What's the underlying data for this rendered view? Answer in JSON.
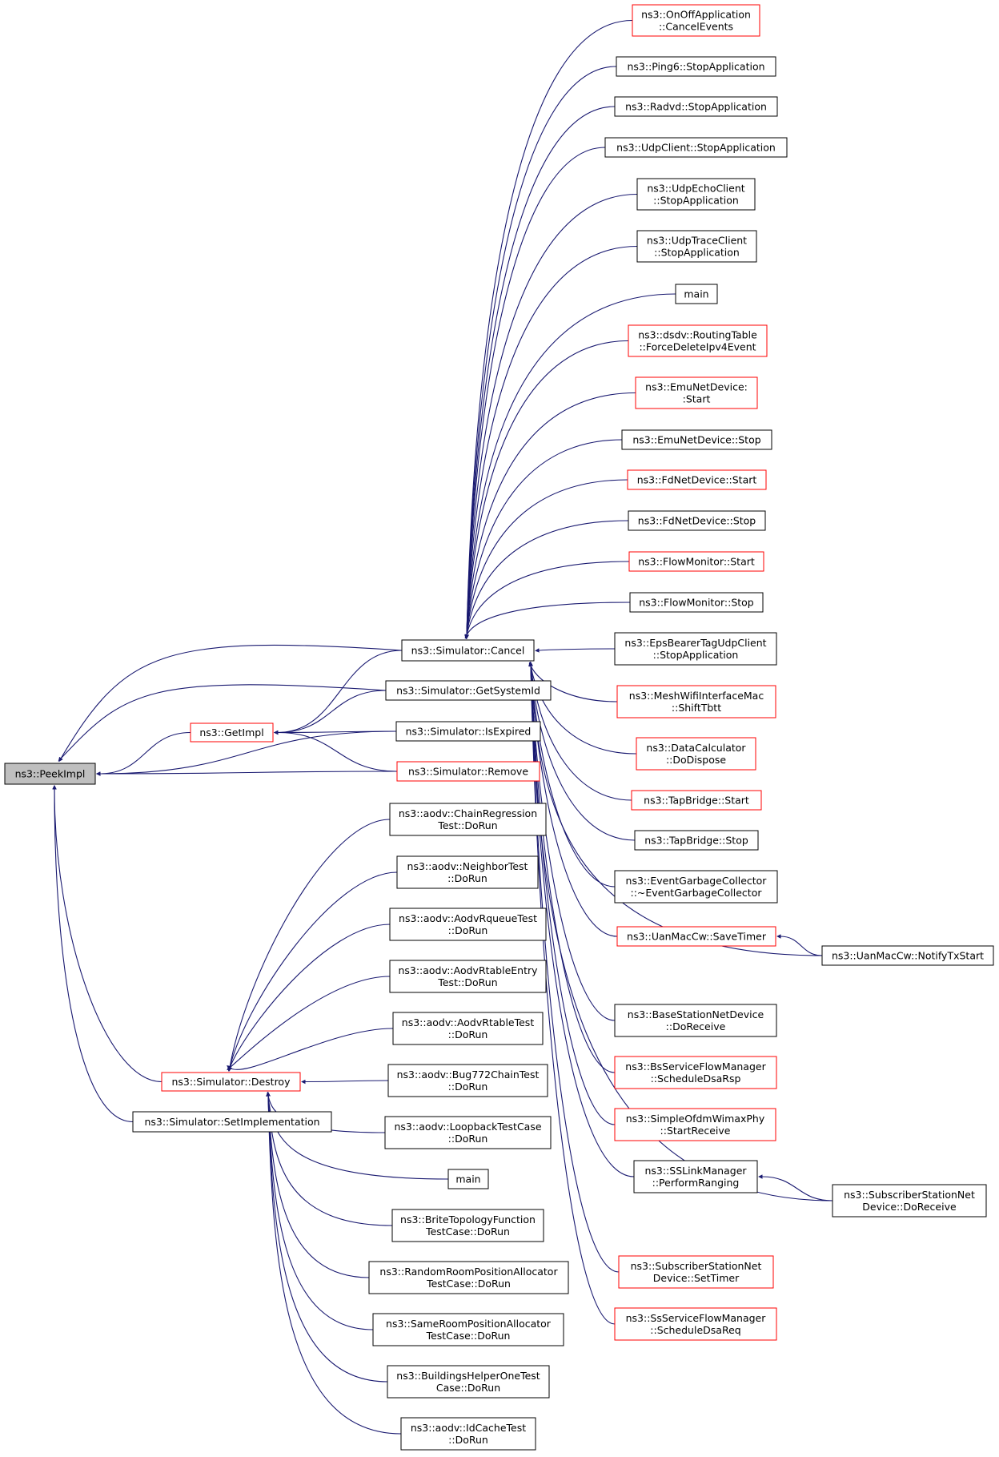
{
  "colors": {
    "edge": "#191970",
    "box_black": "#000000",
    "box_red": "#ff0000",
    "root_fill": "#bfbfbf",
    "text": "#000000"
  },
  "nodes": {
    "peekimpl": {
      "lines": [
        "ns3::PeekImpl"
      ],
      "style": "root"
    },
    "getimpl": {
      "lines": [
        "ns3::GetImpl"
      ],
      "style": "red"
    },
    "destroy": {
      "lines": [
        "ns3::Simulator::Destroy"
      ],
      "style": "red"
    },
    "setimplementation": {
      "lines": [
        "ns3::Simulator::SetImplementation"
      ],
      "style": "black"
    },
    "cancel": {
      "lines": [
        "ns3::Simulator::Cancel"
      ],
      "style": "black"
    },
    "getsystemid": {
      "lines": [
        "ns3::Simulator::GetSystemId"
      ],
      "style": "black"
    },
    "isexpired": {
      "lines": [
        "ns3::Simulator::IsExpired"
      ],
      "style": "black"
    },
    "remove": {
      "lines": [
        "ns3::Simulator::Remove"
      ],
      "style": "red"
    },
    "chainregression": {
      "lines": [
        "ns3::aodv::ChainRegression",
        "Test::DoRun"
      ],
      "style": "black"
    },
    "neighbortest": {
      "lines": [
        "ns3::aodv::NeighborTest",
        "::DoRun"
      ],
      "style": "black"
    },
    "aodvrqueuetest": {
      "lines": [
        "ns3::aodv::AodvRqueueTest",
        "::DoRun"
      ],
      "style": "black"
    },
    "aodvrtableentry": {
      "lines": [
        "ns3::aodv::AodvRtableEntry",
        "Test::DoRun"
      ],
      "style": "black"
    },
    "aodvrtabletest": {
      "lines": [
        "ns3::aodv::AodvRtableTest",
        "::DoRun"
      ],
      "style": "black"
    },
    "bug772": {
      "lines": [
        "ns3::aodv::Bug772ChainTest",
        "::DoRun"
      ],
      "style": "black"
    },
    "loopback": {
      "lines": [
        "ns3::aodv::LoopbackTestCase",
        "::DoRun"
      ],
      "style": "black"
    },
    "main2": {
      "lines": [
        "main"
      ],
      "style": "black"
    },
    "brite": {
      "lines": [
        "ns3::BriteTopologyFunction",
        "TestCase::DoRun"
      ],
      "style": "black"
    },
    "randomroom": {
      "lines": [
        "ns3::RandomRoomPositionAllocator",
        "TestCase::DoRun"
      ],
      "style": "black"
    },
    "sameroom": {
      "lines": [
        "ns3::SameRoomPositionAllocator",
        "TestCase::DoRun"
      ],
      "style": "black"
    },
    "buildingshelper": {
      "lines": [
        "ns3::BuildingsHelperOneTest",
        "Case::DoRun"
      ],
      "style": "black"
    },
    "idcache": {
      "lines": [
        "ns3::aodv::IdCacheTest",
        "::DoRun"
      ],
      "style": "black"
    },
    "onoff": {
      "lines": [
        "ns3::OnOffApplication",
        "::CancelEvents"
      ],
      "style": "red"
    },
    "ping6": {
      "lines": [
        "ns3::Ping6::StopApplication"
      ],
      "style": "black"
    },
    "radvd": {
      "lines": [
        "ns3::Radvd::StopApplication"
      ],
      "style": "black"
    },
    "udpclient": {
      "lines": [
        "ns3::UdpClient::StopApplication"
      ],
      "style": "black"
    },
    "udpecho": {
      "lines": [
        "ns3::UdpEchoClient",
        "::StopApplication"
      ],
      "style": "black"
    },
    "udptrace": {
      "lines": [
        "ns3::UdpTraceClient",
        "::StopApplication"
      ],
      "style": "black"
    },
    "main1": {
      "lines": [
        "main"
      ],
      "style": "black"
    },
    "dsdv": {
      "lines": [
        "ns3::dsdv::RoutingTable",
        "::ForceDeleteIpv4Event"
      ],
      "style": "red"
    },
    "emustart": {
      "lines": [
        "ns3::EmuNetDevice:",
        ":Start"
      ],
      "style": "red"
    },
    "emustop": {
      "lines": [
        "ns3::EmuNetDevice::Stop"
      ],
      "style": "black"
    },
    "fdstart": {
      "lines": [
        "ns3::FdNetDevice::Start"
      ],
      "style": "red"
    },
    "fdstop": {
      "lines": [
        "ns3::FdNetDevice::Stop"
      ],
      "style": "black"
    },
    "flowstart": {
      "lines": [
        "ns3::FlowMonitor::Start"
      ],
      "style": "red"
    },
    "flowstop": {
      "lines": [
        "ns3::FlowMonitor::Stop"
      ],
      "style": "black"
    },
    "epsbearer": {
      "lines": [
        "ns3::EpsBearerTagUdpClient",
        "::StopApplication"
      ],
      "style": "black"
    },
    "meshwifi": {
      "lines": [
        "ns3::MeshWifiInterfaceMac",
        "::ShiftTbtt"
      ],
      "style": "red"
    },
    "datacalc": {
      "lines": [
        "ns3::DataCalculator",
        "::DoDispose"
      ],
      "style": "red"
    },
    "tapstart": {
      "lines": [
        "ns3::TapBridge::Start"
      ],
      "style": "red"
    },
    "tapstop": {
      "lines": [
        "ns3::TapBridge::Stop"
      ],
      "style": "black"
    },
    "eventgc": {
      "lines": [
        "ns3::EventGarbageCollector",
        "::~EventGarbageCollector"
      ],
      "style": "black"
    },
    "uansave": {
      "lines": [
        "ns3::UanMacCw::SaveTimer"
      ],
      "style": "red"
    },
    "uannotify": {
      "lines": [
        "ns3::UanMacCw::NotifyTxStart"
      ],
      "style": "black"
    },
    "basestation": {
      "lines": [
        "ns3::BaseStationNetDevice",
        "::DoReceive"
      ],
      "style": "black"
    },
    "bsservice": {
      "lines": [
        "ns3::BsServiceFlowManager",
        "::ScheduleDsaRsp"
      ],
      "style": "red"
    },
    "simpleofdm": {
      "lines": [
        "ns3::SimpleOfdmWimaxPhy",
        "::StartReceive"
      ],
      "style": "red"
    },
    "sslink": {
      "lines": [
        "ns3::SSLinkManager",
        "::PerformRanging"
      ],
      "style": "black"
    },
    "subscriberrecv": {
      "lines": [
        "ns3::SubscriberStationNet",
        "Device::DoReceive"
      ],
      "style": "black"
    },
    "subscribertimer": {
      "lines": [
        "ns3::SubscriberStationNet",
        "Device::SetTimer"
      ],
      "style": "red"
    },
    "ssservice": {
      "lines": [
        "ns3::SsServiceFlowManager",
        "::ScheduleDsaReq"
      ],
      "style": "red"
    }
  }
}
